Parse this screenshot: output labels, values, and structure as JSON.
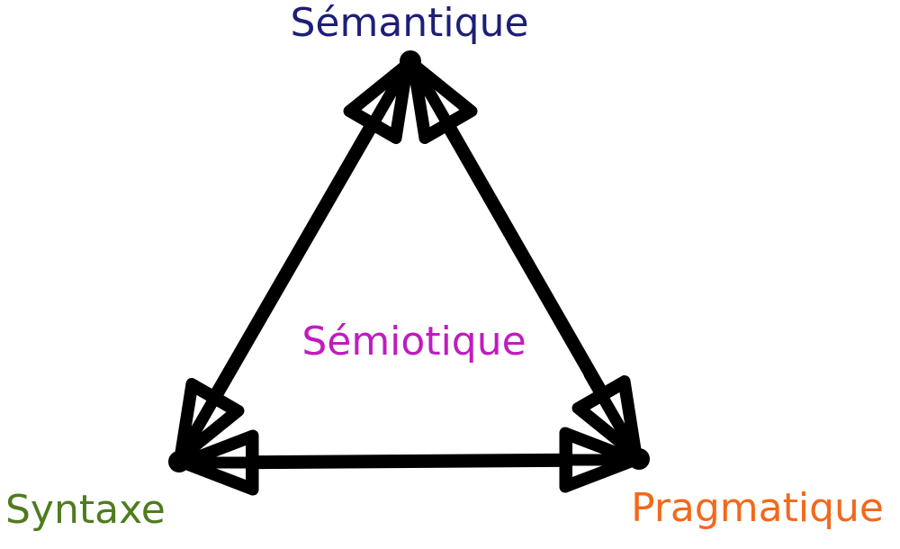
{
  "diagram": {
    "type": "triangle-relationship-diagram",
    "background_color": "#ffffff",
    "arrow_color": "#000000",
    "nodes": [
      {
        "id": "semantique",
        "label": "Sémantique",
        "color": "#1e1e78",
        "position": "top"
      },
      {
        "id": "syntaxe",
        "label": "Syntaxe",
        "color": "#4e7c1e",
        "position": "bottom-left"
      },
      {
        "id": "pragmatique",
        "label": "Pragmatique",
        "color": "#f2691c",
        "position": "bottom-right"
      },
      {
        "id": "semiotique",
        "label": "Sémiotique",
        "color": "#bf1cbf",
        "position": "center"
      }
    ],
    "edges": [
      {
        "from": "syntaxe",
        "to": "semantique",
        "style": "double-headed-arrow"
      },
      {
        "from": "pragmatique",
        "to": "semantique",
        "style": "double-headed-arrow"
      },
      {
        "from": "syntaxe",
        "to": "pragmatique",
        "style": "double-headed-arrow"
      }
    ]
  }
}
